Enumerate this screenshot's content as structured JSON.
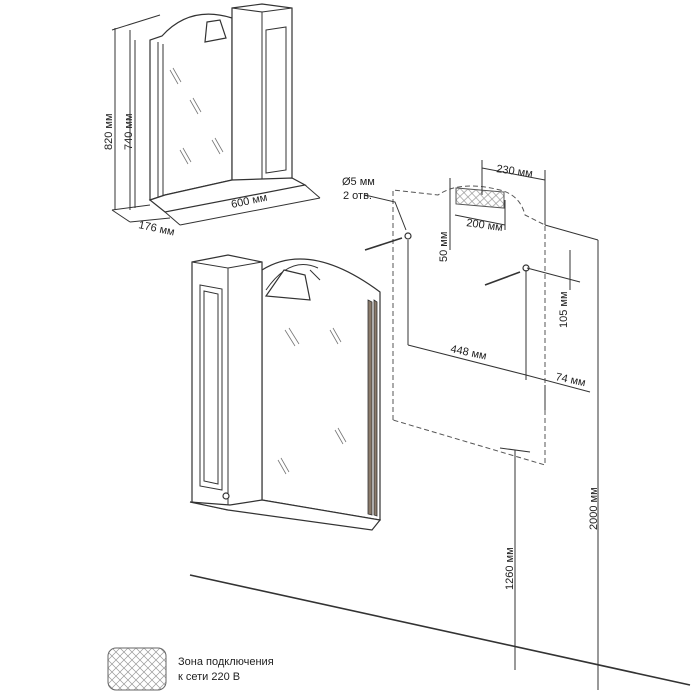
{
  "small_view": {
    "height_total": "820 мм",
    "height_mirror": "740 мм",
    "width": "600 мм",
    "depth": "176 мм"
  },
  "mounting": {
    "hole_diameter": "Ø5 мм",
    "hole_count": "2 отв.",
    "zone_offset": "230 мм",
    "zone_width": "200 мм",
    "zone_height": "50 мм",
    "hole_drop": "105 мм",
    "hole_spacing": "448 мм",
    "edge_offset": "74 мм",
    "top_height": "2000 мм",
    "bottom_height": "1260 мм"
  },
  "legend": {
    "line1": "Зона подключения",
    "line2": "к сети 220 В"
  }
}
